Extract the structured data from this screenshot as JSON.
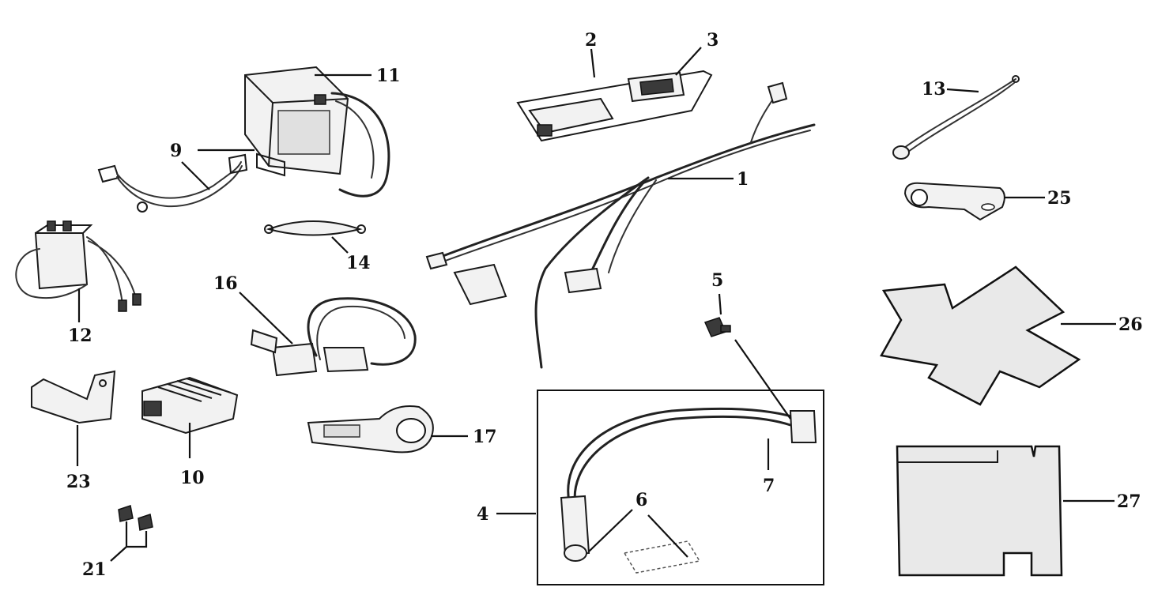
{
  "callouts": [
    {
      "key": "c1",
      "label": "1"
    },
    {
      "key": "c2",
      "label": "2"
    },
    {
      "key": "c3",
      "label": "3"
    },
    {
      "key": "c4",
      "label": "4"
    },
    {
      "key": "c5",
      "label": "5"
    },
    {
      "key": "c6",
      "label": "6"
    },
    {
      "key": "c7",
      "label": "7"
    },
    {
      "key": "c9",
      "label": "9"
    },
    {
      "key": "c10",
      "label": "10"
    },
    {
      "key": "c11",
      "label": "11"
    },
    {
      "key": "c12",
      "label": "12"
    },
    {
      "key": "c13",
      "label": "13"
    },
    {
      "key": "c14",
      "label": "14"
    },
    {
      "key": "c16",
      "label": "16"
    },
    {
      "key": "c17",
      "label": "17"
    },
    {
      "key": "c21",
      "label": "21"
    },
    {
      "key": "c23",
      "label": "23"
    },
    {
      "key": "c25",
      "label": "25"
    },
    {
      "key": "c26",
      "label": "26"
    },
    {
      "key": "c27",
      "label": "27"
    }
  ]
}
